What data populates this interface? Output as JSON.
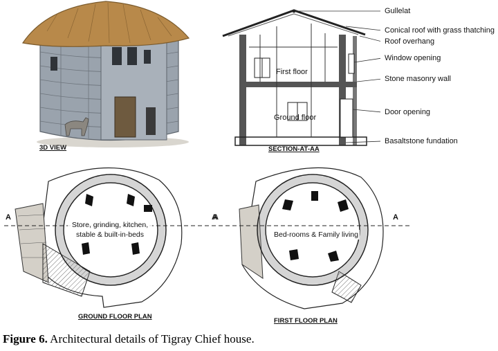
{
  "section": {
    "labels": [
      "Gullelat",
      "Conical roof with grass thatching",
      "Roof overhang",
      "Window opening",
      "Stone masonry wall",
      "Door opening",
      "Basaltstone fundation"
    ],
    "floor_labels": [
      "First floor",
      "Ground floor"
    ]
  },
  "captions": {
    "view3d": "3D VIEW",
    "section": "SECTION-AT-AA",
    "ground": "GROUND FLOOR PLAN",
    "first": "FIRST FLOOR PLAN"
  },
  "plans": {
    "cut_marker": "A",
    "ground_room": "Store, grinding, kitchen, stable & built-in-beds",
    "first_room": "Bed-rooms & Family living"
  },
  "figure": {
    "number": "Figure 6.",
    "caption": " Architectural details of Tigray Chief house."
  },
  "colors": {
    "thatch": "#b8894a",
    "stone": "#8f98a3",
    "wall_fill": "#555555",
    "line": "#222222"
  }
}
